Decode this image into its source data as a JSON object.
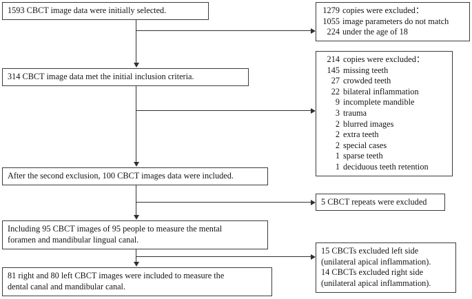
{
  "diagram": {
    "title": "CBCT image data selection flowchart",
    "type": "flowchart",
    "line_color": "#2f2f2f",
    "box_border_color": "#3a3a3a",
    "background": "#ffffff"
  },
  "main_flow": [
    {
      "id": "step1",
      "lines": [
        "1593 CBCT image data were initially selected."
      ]
    },
    {
      "id": "step2",
      "lines": [
        "314 CBCT image data met the initial inclusion criteria."
      ]
    },
    {
      "id": "step3",
      "lines": [
        "After the second exclusion, 100 CBCT images data were included."
      ]
    },
    {
      "id": "step4",
      "lines": [
        "Including 95 CBCT images of 95 people to measure the mental",
        "foramen and mandibular lingual canal."
      ]
    },
    {
      "id": "step5",
      "lines": [
        "81 right and 80 left CBCT images were included to measure the",
        "dental canal and mandibular canal."
      ]
    }
  ],
  "exclusions": [
    {
      "id": "excl1",
      "header": {
        "num": "1279",
        "label": "copies were excluded："
      },
      "items": [
        {
          "num": "1055",
          "label": "image parameters do not match"
        },
        {
          "num": "224",
          "label": "under the age of 18"
        }
      ]
    },
    {
      "id": "excl2",
      "header": {
        "num": "214",
        "label": "copies were excluded："
      },
      "items": [
        {
          "num": "145",
          "label": "missing teeth"
        },
        {
          "num": "27",
          "label": "crowded teeth"
        },
        {
          "num": "22",
          "label": "bilateral inflammation"
        },
        {
          "num": "9",
          "label": "incomplete mandible"
        },
        {
          "num": "3",
          "label": "trauma"
        },
        {
          "num": "2",
          "label": "blurred images"
        },
        {
          "num": "2",
          "label": "extra teeth"
        },
        {
          "num": "2",
          "label": "special cases"
        },
        {
          "num": "1",
          "label": "sparse teeth"
        },
        {
          "num": "1",
          "label": "deciduous teeth retention"
        }
      ]
    },
    {
      "id": "excl3",
      "lines": [
        "5 CBCT repeats were excluded"
      ]
    },
    {
      "id": "excl4",
      "lines": [
        "15 CBCTs excluded left side",
        "(unilateral apical inflammation).",
        "14 CBCTs excluded right side",
        "(unilateral apical inflammation)."
      ]
    }
  ]
}
